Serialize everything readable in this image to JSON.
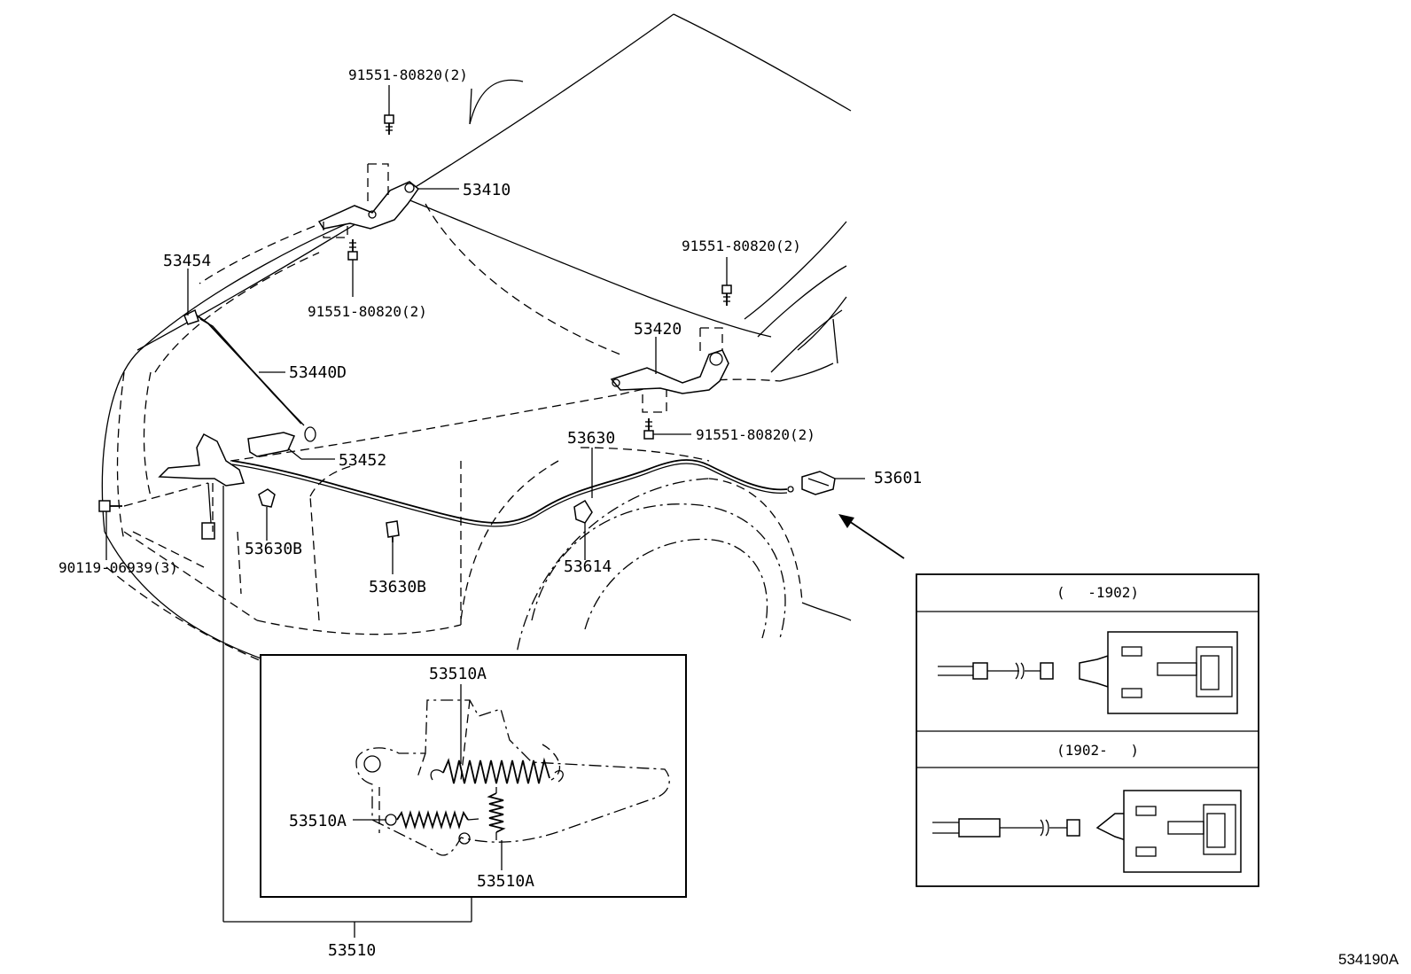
{
  "labels": {
    "bolt_hinge_top": "91551-80820(2)",
    "hinge_lh": "53410",
    "bolt_hinge_lh_lower": "91551-80820(2)",
    "bolt_hinge_rh_top": "91551-80820(2)",
    "hinge_rh": "53420",
    "bolt_hinge_rh_lower": "91551-80820(2)",
    "support_rod_holder": "53454",
    "support_rod": "53440D",
    "rod_retainer": "53452",
    "release_cable": "53630",
    "release_lever": "53601",
    "bolt_lock": "90119-06939(3)",
    "cable_clamp_a": "53630B",
    "cable_clamp_b": "53630B",
    "cable_clamp_c": "53614",
    "spring_top": "53510A",
    "spring_left": "53510A",
    "spring_bottom": "53510A",
    "hood_lock": "53510"
  },
  "variants": [
    {
      "caption": "(　 -1902)"
    },
    {
      "caption": "(1902-　 )"
    }
  ],
  "diagram_code": "534190A"
}
